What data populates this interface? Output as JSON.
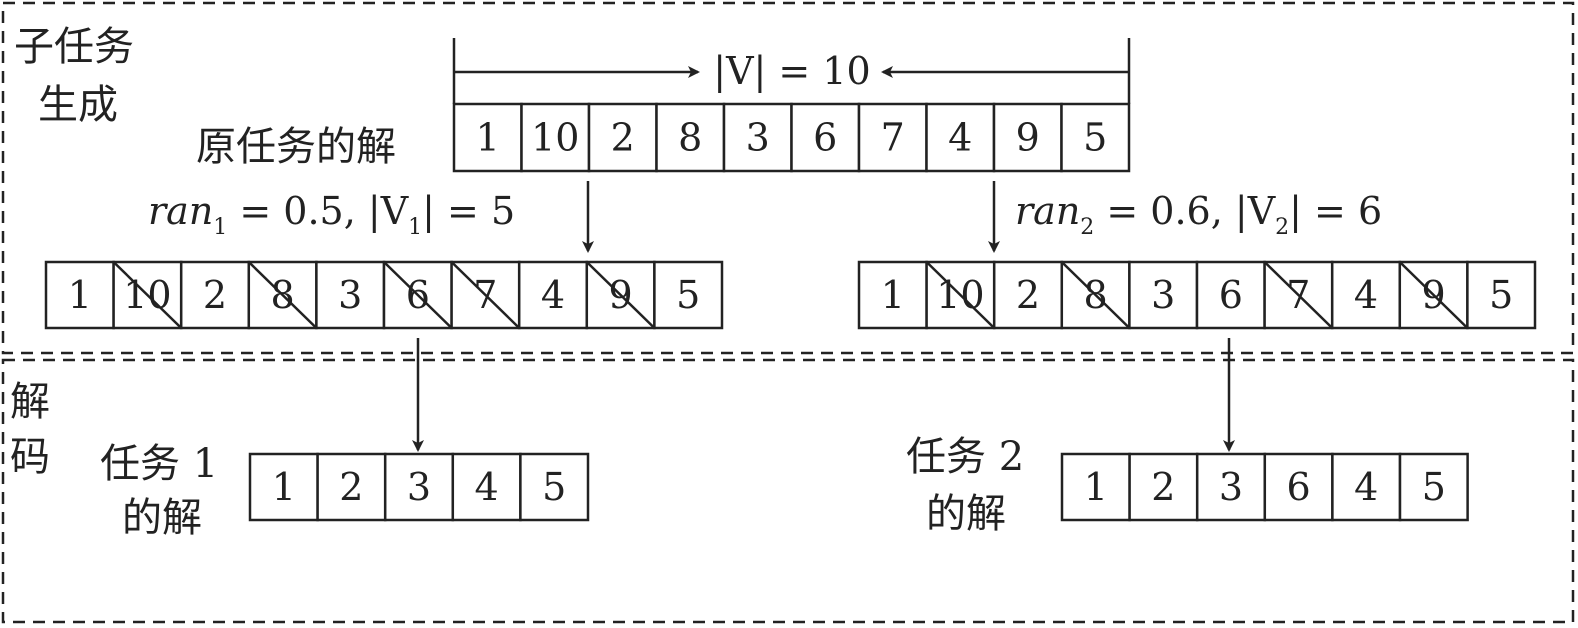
{
  "sections": {
    "top_label_line1": "子任务",
    "top_label_line2": "生成",
    "bottom_label_line1": "解",
    "bottom_label_line2": "码"
  },
  "original": {
    "label": "原任务的解",
    "size_label": "|V| = 10",
    "cells": [
      "1",
      "10",
      "2",
      "8",
      "3",
      "6",
      "7",
      "4",
      "9",
      "5"
    ]
  },
  "subtask1": {
    "ran_var": "ran",
    "ran_sub": "1",
    "ran_rest": " = 0.5, |V",
    "size_sub": "1",
    "size_rest": "| = 5",
    "cells": [
      "1",
      "10",
      "2",
      "8",
      "3",
      "6",
      "7",
      "4",
      "9",
      "5"
    ],
    "crossed": [
      false,
      true,
      false,
      true,
      false,
      true,
      true,
      false,
      true,
      false
    ]
  },
  "subtask2": {
    "ran_var": "ran",
    "ran_sub": "2",
    "ran_rest": " = 0.6, |V",
    "size_sub": "2",
    "size_rest": "| = 6",
    "cells": [
      "1",
      "10",
      "2",
      "8",
      "3",
      "6",
      "7",
      "4",
      "9",
      "5"
    ],
    "crossed": [
      false,
      true,
      false,
      true,
      false,
      false,
      true,
      false,
      true,
      false
    ]
  },
  "decoded1": {
    "label_line1": "任务 1",
    "label_line2": "的解",
    "cells": [
      "1",
      "2",
      "3",
      "4",
      "5"
    ]
  },
  "decoded2": {
    "label_line1": "任务 2",
    "label_line2": "的解",
    "cells": [
      "1",
      "2",
      "3",
      "6",
      "4",
      "5"
    ]
  }
}
